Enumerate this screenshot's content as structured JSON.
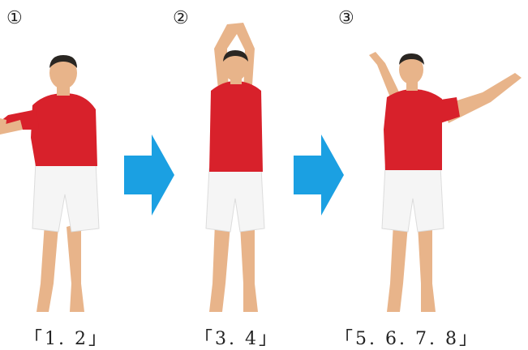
{
  "steps": [
    {
      "number": "①",
      "count": "「1. 2」",
      "pose": "arms-forward"
    },
    {
      "number": "②",
      "count": "「3. 4」",
      "pose": "arms-overhead"
    },
    {
      "number": "③",
      "count": "「5. 6. 7. 8」",
      "pose": "arms-spread-wide"
    }
  ],
  "colors": {
    "shirt": "#d8212b",
    "shorts": "#f5f5f5",
    "skin": "#e8b48a",
    "hair": "#2a2622",
    "arrow": "#1ba0e2"
  },
  "icons": {
    "arrow": "right-arrow-icon"
  }
}
